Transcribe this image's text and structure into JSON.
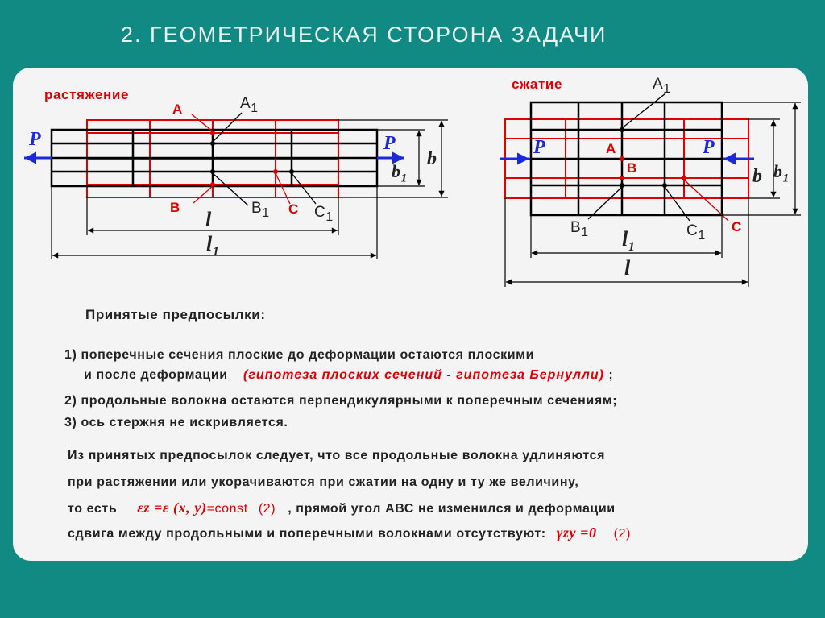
{
  "slide": {
    "title": "2. ГЕОМЕТРИЧЕСКАЯ  СТОРОНА  ЗАДАЧИ"
  },
  "colors": {
    "background": "#108a82",
    "panel": "#f4f4f4",
    "accent_red": "#e00000",
    "arrow_blue": "#1a2ad8",
    "line": "#000000"
  },
  "tension": {
    "label": "растяжение",
    "force_left": "P",
    "force_right": "P",
    "point_A": "A",
    "point_A1": "A",
    "point_A1_sub": "1",
    "point_B": "B",
    "point_B1": "B",
    "point_B1_sub": "1",
    "point_C": "C",
    "point_C1": "C",
    "point_C1_sub": "1",
    "dim_b": "b",
    "dim_b1": "b",
    "dim_b1_sub": "1",
    "dim_l": "l",
    "dim_l1": "l",
    "dim_l1_sub": "1"
  },
  "compression": {
    "label": "сжатие",
    "force_left": "P",
    "force_right": "P",
    "point_A": "A",
    "point_A1": "A",
    "point_A1_sub": "1",
    "point_B": "B",
    "point_B1": "B",
    "point_B1_sub": "1",
    "point_C": "C",
    "point_C1": "C",
    "point_C1_sub": "1",
    "dim_b": "b",
    "dim_b1": "b",
    "dim_b1_sub": "1",
    "dim_l": "l",
    "dim_l1": "l",
    "dim_l1_sub": "1"
  },
  "assumptions": {
    "heading": "Принятые предпосылки:",
    "item1_line1": "1) поперечные сечения плоские до деформации остаются плоскими",
    "item1_line2": "и после деформации",
    "item1_note": "(гипотеза плоских сечений - гипотеза Бернулли)",
    "item1_end": ";",
    "item2": "2) продольные волокна остаются перпендикулярными к поперечным сечениям;",
    "item3": "3) ось стержня не искривляется."
  },
  "conclusion": {
    "line1": "Из принятых предпосылок следует, что все продольные волокна удлиняются",
    "line2": "при растяжении или укорачиваются при сжатии на одну и ту же величину,",
    "line3_start": "то есть",
    "formula1": "εz =ε (x, y)",
    "formula1_const": "=const",
    "eq1": "(2)",
    "line3_end": ", прямой угол АВС не изменился и деформации",
    "line4": "сдвига между продольными  и поперечными волокнами отсутствуют:",
    "formula2": "γzy =0",
    "eq2": "(2)"
  }
}
